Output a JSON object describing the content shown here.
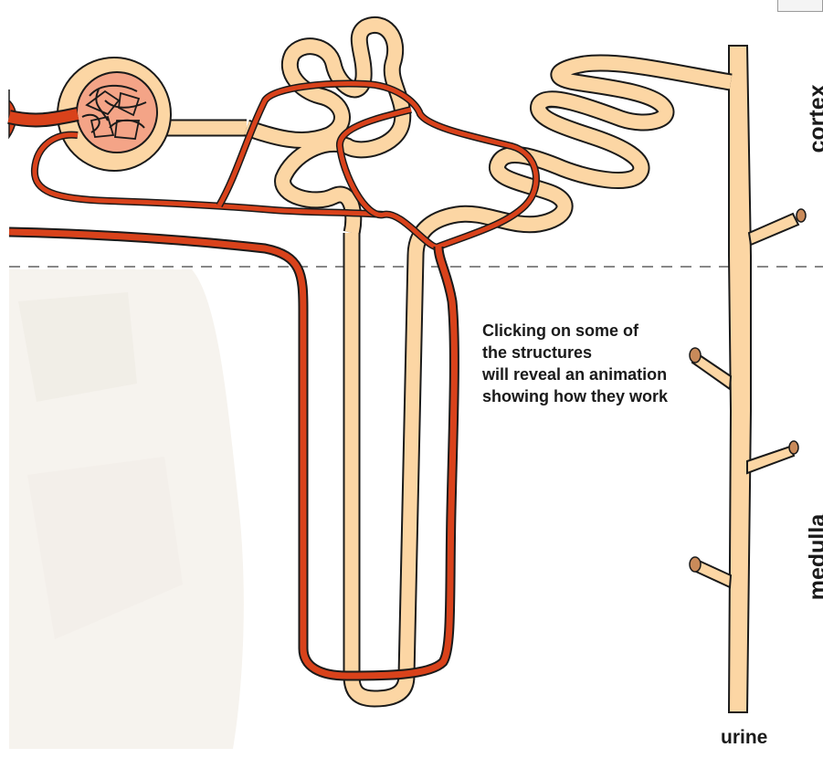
{
  "diagram": {
    "zone_labels": {
      "cortex": "cortex",
      "medulla": "medulla"
    },
    "output_label": "urine",
    "instructions": [
      "Clicking on some of",
      "the structures",
      "will reveal an animation",
      "showing how they work"
    ]
  },
  "colors": {
    "tubule_fill": "#fcd6a4",
    "outline": "#1a1a1a",
    "blood_vessel": "#d9421b",
    "glomerulus": "#f4a487",
    "boundary_line": "#888888",
    "faded_background": "#f5f2ec"
  },
  "icons": {
    "corner_button": "toolbar-button"
  }
}
